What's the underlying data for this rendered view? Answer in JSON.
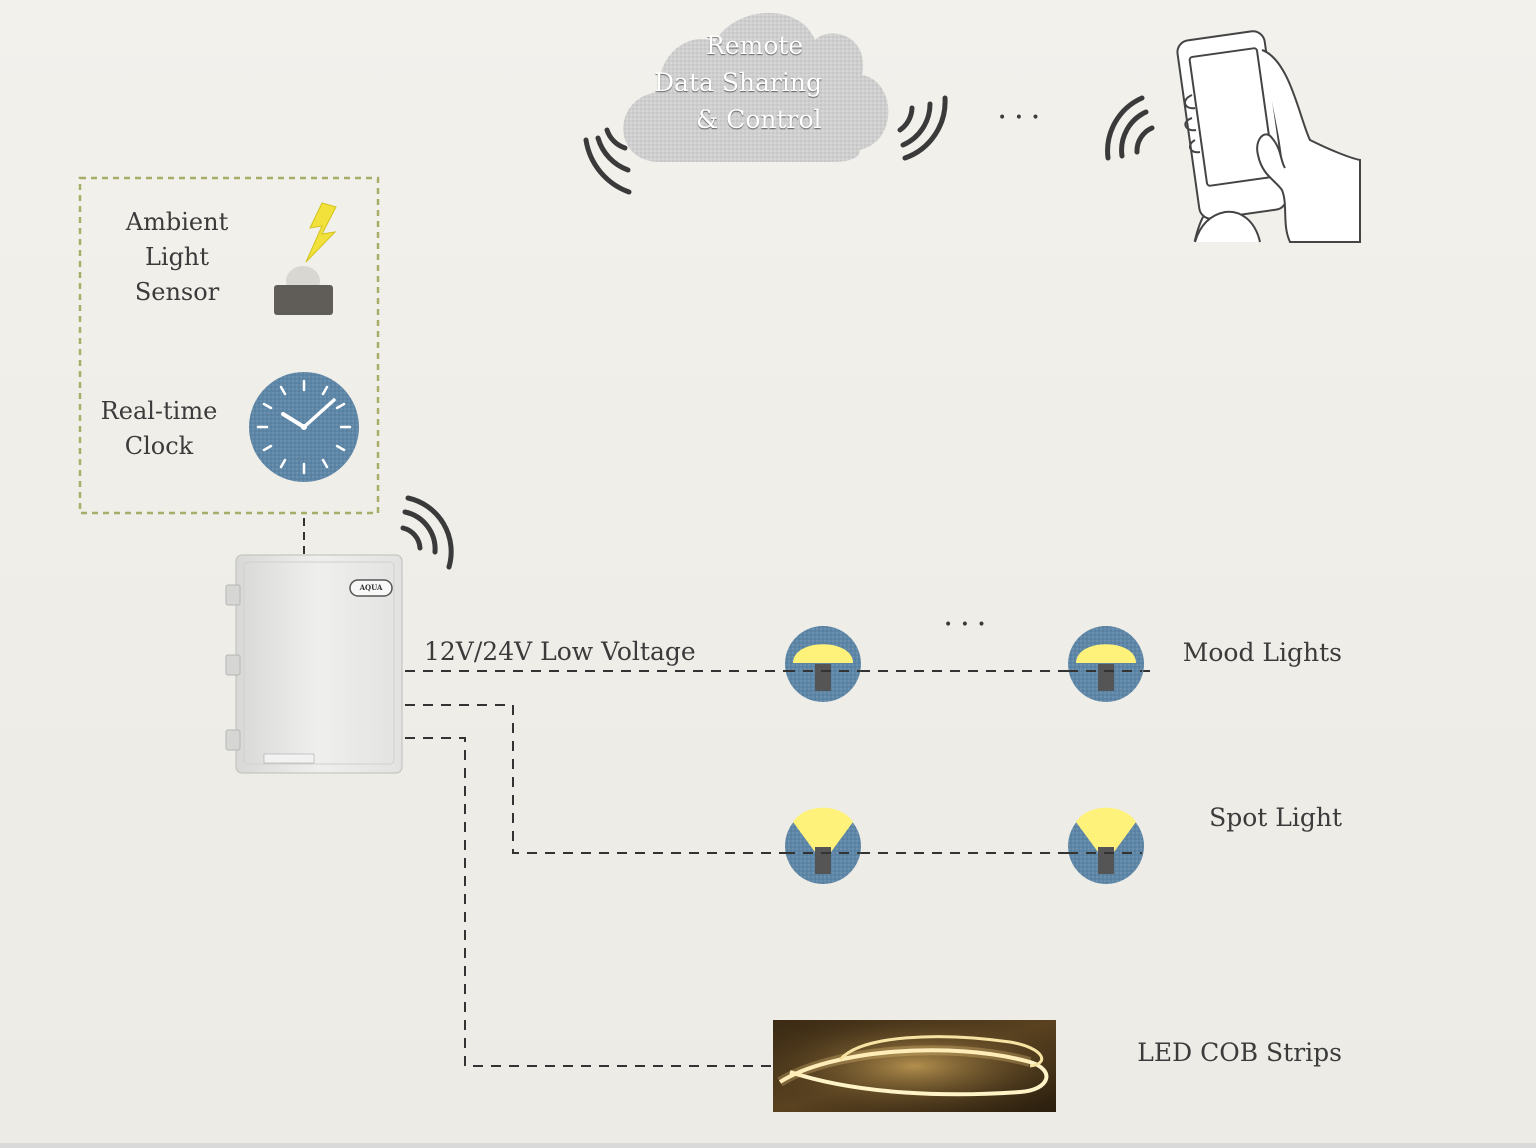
{
  "cloud": {
    "line1": "Remote",
    "line2": "Data Sharing",
    "line3": "& Control"
  },
  "ellipsis_top": "• • •",
  "ellipsis_mood": "• • •",
  "sensors": {
    "ambient_line1": "Ambient",
    "ambient_line2": "Light",
    "ambient_line3": "Sensor",
    "clock_line1": "Real-time",
    "clock_line2": "Clock"
  },
  "controller": {
    "badge": "AQUA",
    "voltage_label": "12V/24V Low Voltage"
  },
  "outputs": {
    "mood": "Mood Lights",
    "spot": "Spot Light",
    "strip": "LED COB Strips"
  },
  "icons": [
    "wifi-waves-icon",
    "cloud-icon",
    "smartphone-hand-icon",
    "lightning-icon",
    "light-sensor-icon",
    "clock-icon",
    "mood-light-icon",
    "spot-light-icon",
    "led-strip-icon"
  ],
  "colors": {
    "accent_blue": "#5e86a6",
    "light_yellow": "#fff27a",
    "sensor_box_border": "#a8ad6a",
    "lightning": "#f2e13a"
  }
}
